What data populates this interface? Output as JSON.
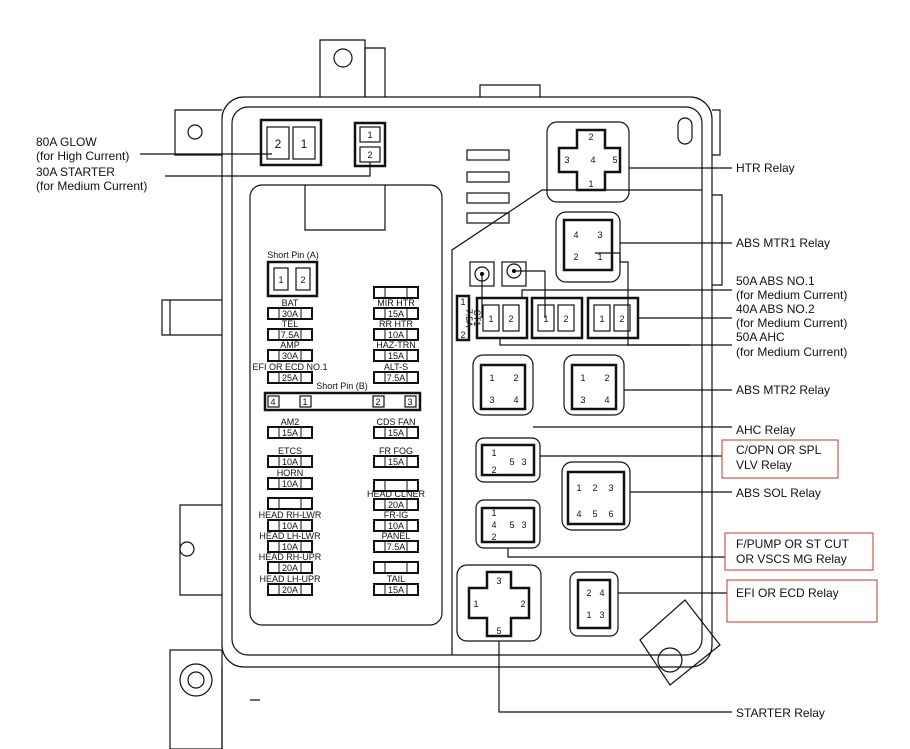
{
  "callouts_left": [
    {
      "line1": "80A GLOW",
      "line2": "(for High Current)"
    },
    {
      "line1": "30A STARTER",
      "line2": "(for Medium Current)"
    }
  ],
  "callouts_right": {
    "htr": "HTR Relay",
    "abs_mtr1": "ABS MTR1 Relay",
    "abs_no1": "50A ABS NO.1",
    "abs_no1_sub": "(for Medium Current)",
    "abs_no2": "40A ABS NO.2",
    "abs_no2_sub": "(for Medium Current)",
    "ahc50": "50A AHC",
    "ahc50_sub": "(for Medium Current)",
    "abs_mtr2": "ABS MTR2 Relay",
    "ahc": "AHC Relay",
    "copn1": "C/OPN OR SPL",
    "copn2": "VLV Relay",
    "abs_sol": "ABS SOL Relay",
    "fpump1": "F/PUMP OR ST CUT",
    "fpump2": "OR VSCS MG Relay",
    "efi": "EFI OR ECD Relay",
    "starter": "STARTER Relay"
  },
  "short_pin_a": {
    "label": "Short Pin (A)",
    "pins": [
      "1",
      "2"
    ]
  },
  "short_pin_b": {
    "label": "Short Pin (B)",
    "pins": [
      "4",
      "1",
      "2",
      "3"
    ]
  },
  "st_fuse": {
    "label": "ST1",
    "value": "7.5A",
    "pins": [
      "1",
      "2"
    ]
  },
  "fuses_left": [
    {
      "name": "BAT",
      "amp": "30A"
    },
    {
      "name": "TEL",
      "amp": "7.5A"
    },
    {
      "name": "AMP",
      "amp": "30A"
    },
    {
      "name": "EFI OR ECD NO.1",
      "amp": "25A"
    },
    {
      "name": "AM2",
      "amp": "15A"
    },
    {
      "name": "ETCS",
      "amp": "10A"
    },
    {
      "name": "HORN",
      "amp": "10A"
    },
    {
      "name": "",
      "amp": ""
    },
    {
      "name": "HEAD RH-LWR",
      "amp": "10A"
    },
    {
      "name": "HEAD LH-LWR",
      "amp": "10A"
    },
    {
      "name": "HEAD RH-UPR",
      "amp": "20A"
    },
    {
      "name": "HEAD LH-UPR",
      "amp": "20A"
    }
  ],
  "fuses_right": [
    {
      "name": "",
      "amp": ""
    },
    {
      "name": "MIR HTR",
      "amp": "15A"
    },
    {
      "name": "RR HTR",
      "amp": "10A"
    },
    {
      "name": "HAZ-TRN",
      "amp": "15A"
    },
    {
      "name": "ALT-S",
      "amp": "7.5A"
    },
    {
      "name": "CDS FAN",
      "amp": "15A"
    },
    {
      "name": "FR FOG",
      "amp": "15A"
    },
    {
      "name": "",
      "amp": ""
    },
    {
      "name": "HEAD CLNER",
      "amp": "20A"
    },
    {
      "name": "FR-IG",
      "amp": "10A"
    },
    {
      "name": "PANEL",
      "amp": "7.5A"
    },
    {
      "name": "",
      "amp": ""
    },
    {
      "name": "TAIL",
      "amp": "15A"
    }
  ],
  "pins": {
    "one": "1",
    "two": "2",
    "three": "3",
    "four": "4",
    "five": "5",
    "six": "6"
  }
}
